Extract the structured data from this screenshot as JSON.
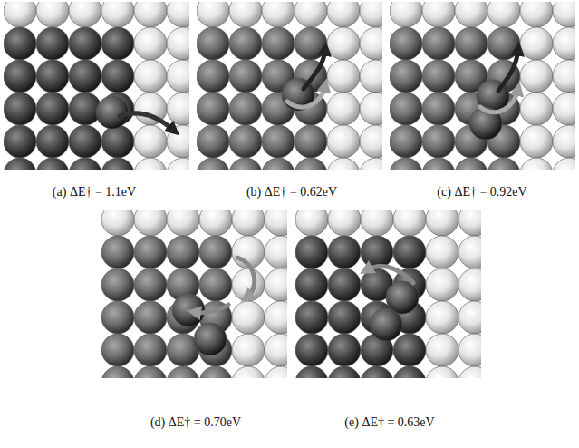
{
  "diagram": {
    "labels": [
      "(a) ΔE† = 1.1eV",
      "(b) ΔE† = 0.62eV",
      "(c) ΔE† = 0.92eV",
      "(d) ΔE† = 0.70eV",
      "(e) ΔE† = 0.63eV"
    ]
  }
}
